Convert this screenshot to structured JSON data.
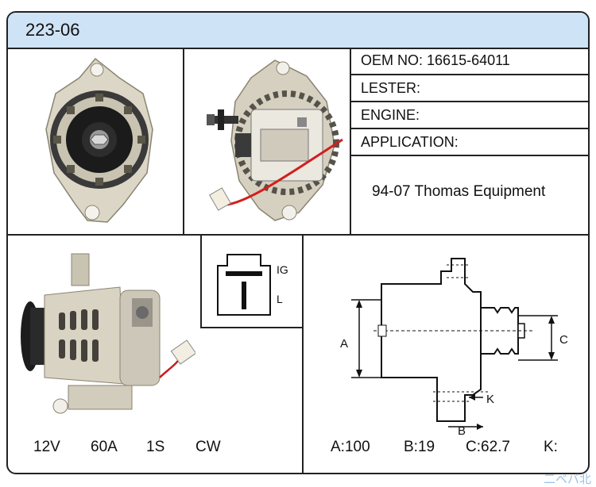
{
  "header": {
    "part_number": "223-06"
  },
  "info": {
    "oem_label": "OEM NO:",
    "oem_value": "16615-64011",
    "lester_label": "LESTER:",
    "engine_label": "ENGINE:",
    "application_label": "APPLICATION:",
    "application_value": "94-07 Thomas Equipment"
  },
  "connector": {
    "ig_label": "IG",
    "l_label": "L"
  },
  "specs": {
    "voltage": "12V",
    "amperage": "60A",
    "pulley": "1S",
    "rotation": "CW"
  },
  "dimensions": {
    "a_label": "A",
    "b_label": "B",
    "c_label": "C",
    "k_label": "K",
    "a_value": "A:100",
    "b_value": "B:19",
    "c_value": "C:62.7",
    "k_value": "K:"
  },
  "watermark": "二ベバ北"
}
